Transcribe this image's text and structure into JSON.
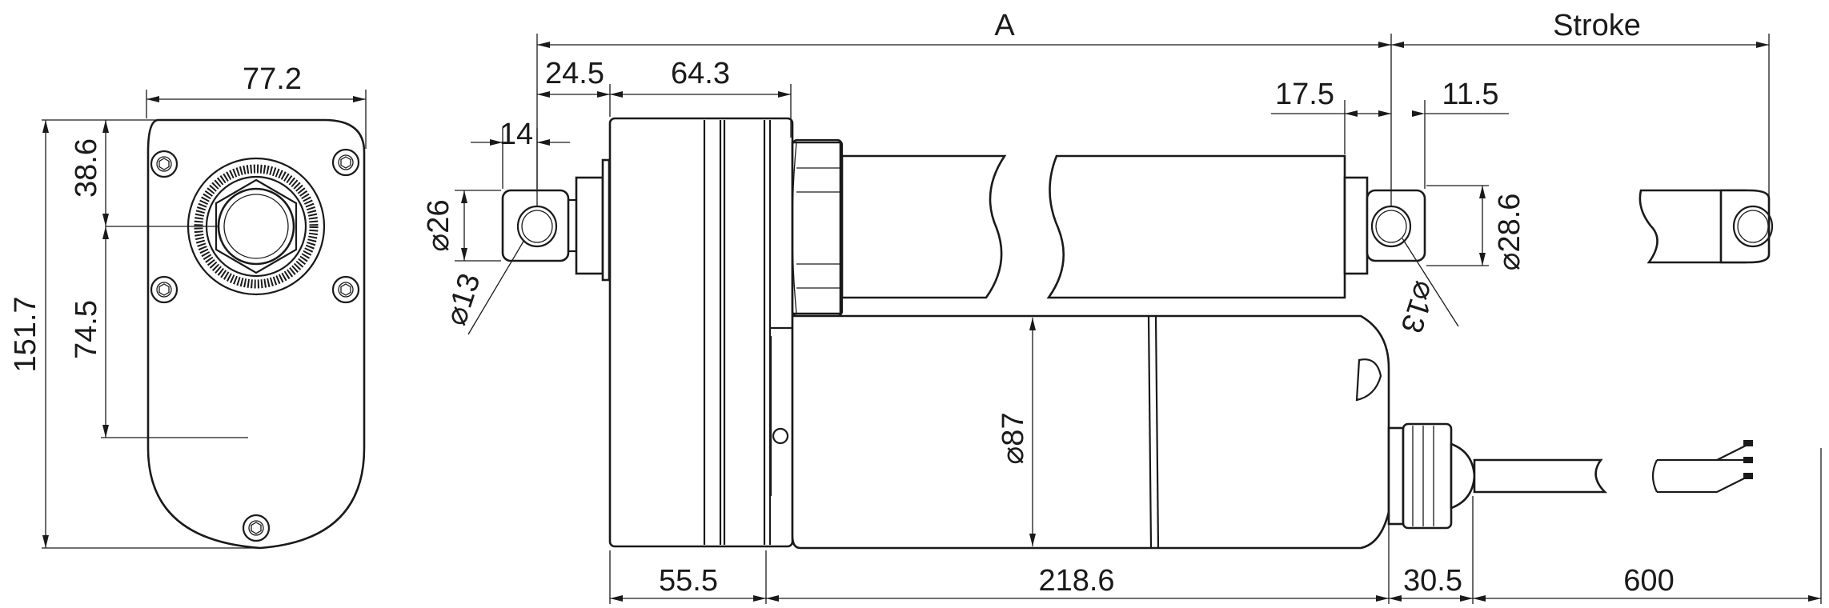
{
  "drawing": {
    "line_color": "#1a1a1a",
    "background": "#ffffff",
    "dimensions": {
      "front_width": "77.2",
      "front_height": "151.7",
      "front_top_offset": "38.6",
      "front_hole_spacing": "74.5",
      "overall_length": "A",
      "stroke": "Stroke",
      "rear_clevis_offset": "24.5",
      "gear_housing_length": "64.3",
      "rear_eye_length": "14",
      "rear_eye_width": "26",
      "rear_hole_dia": "13",
      "front_rod_end": "17.5",
      "front_eye_offset": "11.5",
      "front_eye_width": "28.6",
      "front_hole_dia": "13",
      "motor_diameter": "87",
      "gear_box_depth": "55.5",
      "motor_length": "218.6",
      "cable_gland": "30.5",
      "cable_length": "600"
    },
    "diameter_symbol": "⌀"
  }
}
